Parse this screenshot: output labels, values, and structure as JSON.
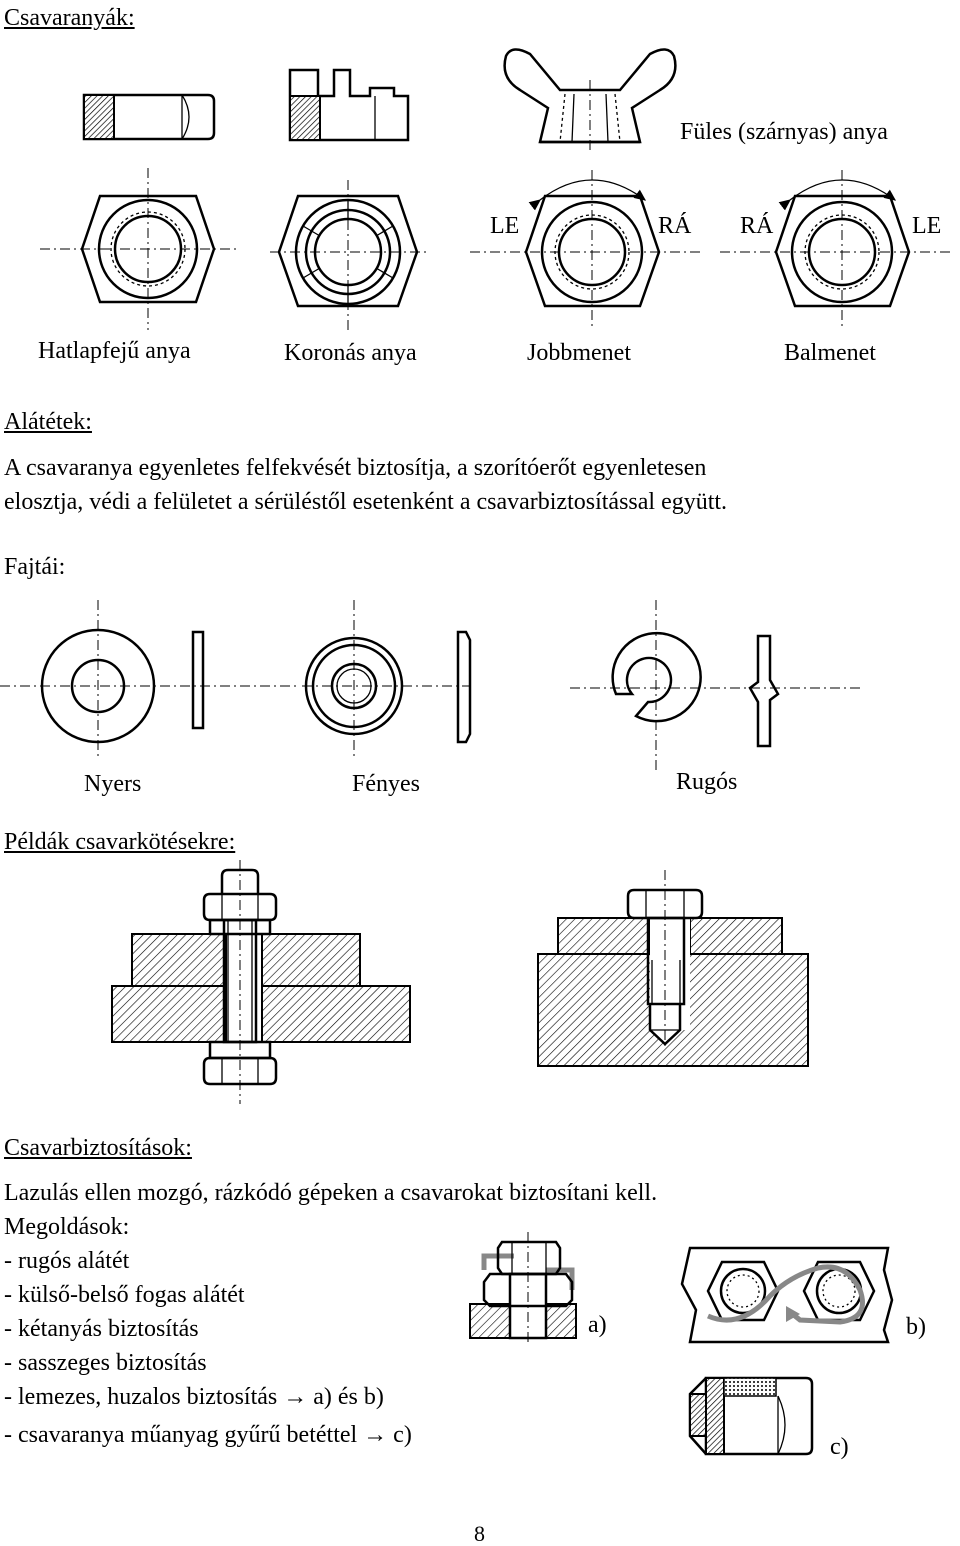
{
  "sections": {
    "nuts_heading": "Csavaranyák:",
    "washers_heading": "Alátétek:",
    "examples_heading": "Példák csavarkötésekre:",
    "locking_heading": "Csavarbiztosítások:"
  },
  "nuts": {
    "wing_nut": "Füles (szárnyas) anya",
    "hex_nut": "Hatlapfejű anya",
    "castle_nut": "Koronás anya",
    "right_hand": "Jobbmenet",
    "left_hand": "Balmenet",
    "arrow_labels": [
      "LE",
      "RÁ",
      "RÁ",
      "LE"
    ]
  },
  "washers": {
    "description_line1": "A  csavaranya  egyenletes  felfekvését  biztosítja,  a  szorítóerőt  egyenletesen",
    "description_line2": "elosztja, védi a felületet a sérüléstől esetenként a csavarbiztosítással együtt.",
    "types_label": "Fajtái:",
    "types": [
      "Nyers",
      "Fényes",
      "Rugós"
    ]
  },
  "locking": {
    "intro": "Lazulás ellen mozgó, rázkódó gépeken a csavarokat biztosítani kell.",
    "solutions_label": "Megoldások:",
    "items": [
      "- rugós alátét",
      "- külső-belső fogas alátét",
      "- kétanyás biztosítás",
      "- sasszeges biztosítás",
      "- lemezes, huzalos biztosítás → a) és b)",
      "- csavaranya műanyag gyűrű betéttel → c)"
    ],
    "figure_labels": [
      "a)",
      "b)",
      "c)"
    ]
  },
  "page_number": "8"
}
